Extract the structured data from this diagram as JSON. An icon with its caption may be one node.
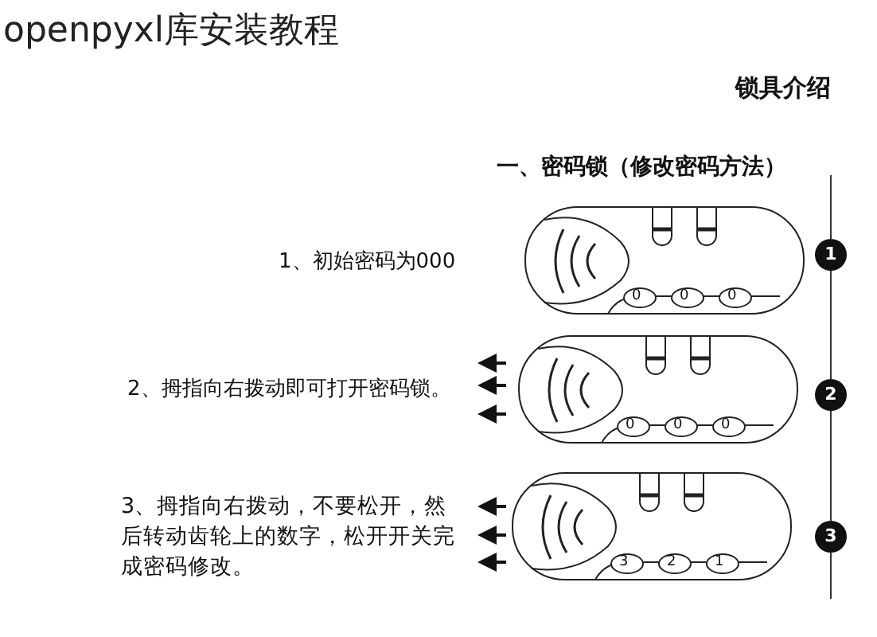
{
  "diagram": {
    "title": "openpyxl库安装教程",
    "nodes": [
      {
        "text": [
          "1"
        ]
      },
      {
        "text": [
          "2"
        ]
      },
      {
        "text": [
          "3"
        ]
      }
    ],
    "edges": [
      {
        "from": 0,
        "to": 1,
        "arrow": "none"
      },
      {
        "from": 1,
        "to": 2,
        "arrow": "none"
      }
    ],
    "labels": [
      "锁具介绍",
      "一、密码锁（修改密码方法）",
      "1、初始密码为000",
      "0",
      "0",
      "0",
      "2、拇指向右拨动即可打开密码锁。",
      "0",
      "0",
      "0",
      "3、拇指向右拨动，不要松开，然后转动齿轮上的数字，松开开关完成密码修改。",
      "3",
      "2",
      "1"
    ]
  }
}
